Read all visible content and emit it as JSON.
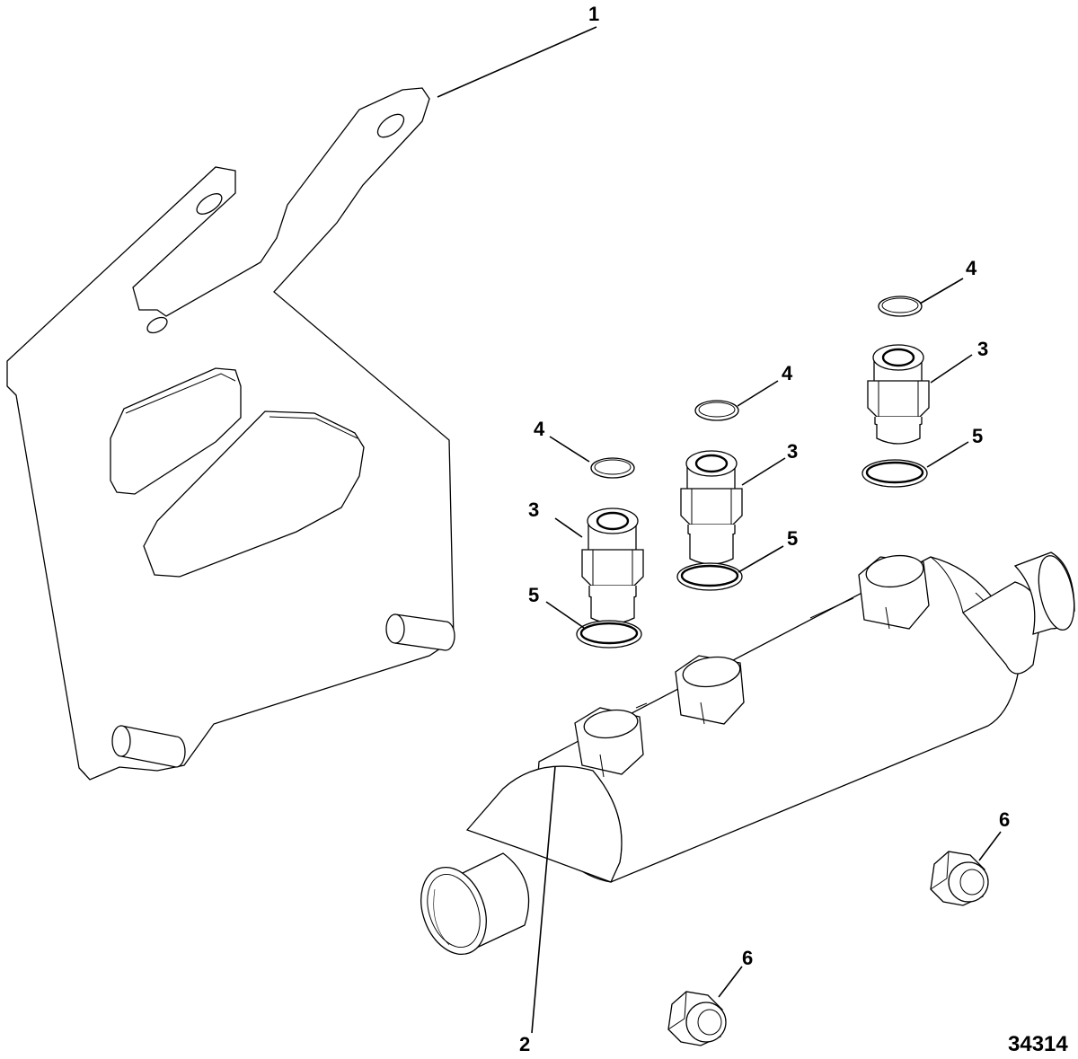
{
  "figure": {
    "figure_number": "34314",
    "callouts": {
      "bracket": "1",
      "cooler": "2",
      "fitting": "3",
      "small_oring": "4",
      "large_oring": "5",
      "nut": "6"
    }
  }
}
